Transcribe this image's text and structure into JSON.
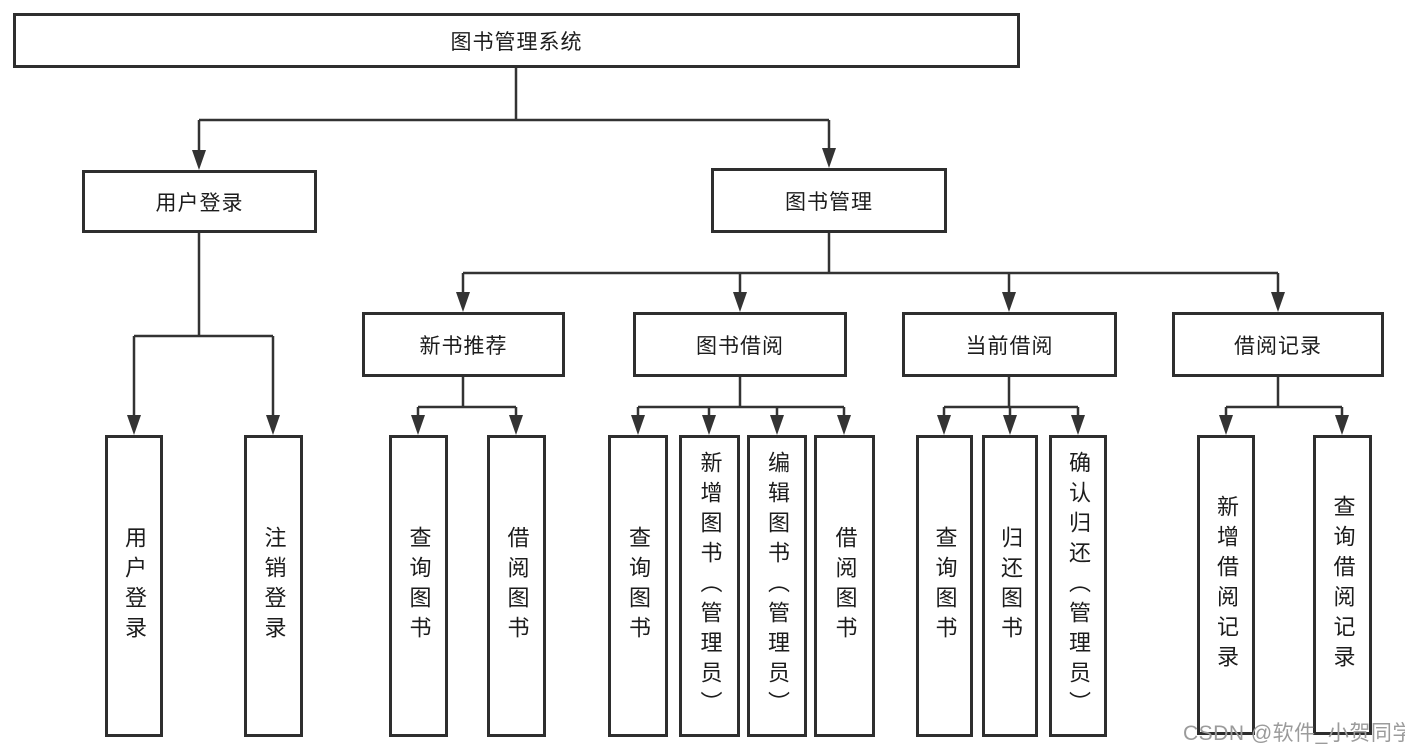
{
  "diagram_title": "图书管理系统",
  "nodes": {
    "root": {
      "label": "图书管理系统"
    },
    "user_login": {
      "label": "用户登录"
    },
    "book_mgmt": {
      "label": "图书管理"
    },
    "new_rec": {
      "label": "新书推荐"
    },
    "book_borrow": {
      "label": "图书借阅"
    },
    "cur_borrow": {
      "label": "当前借阅"
    },
    "borrow_rec": {
      "label": "借阅记录"
    },
    "leaf_user_login": {
      "label": "用户登录"
    },
    "leaf_logout": {
      "label": "注销登录"
    },
    "leaf_rec_query_books": {
      "label": "查询图书"
    },
    "leaf_rec_borrow_books": {
      "label": "借阅图书"
    },
    "leaf_bb_query_books": {
      "label": "查询图书"
    },
    "leaf_bb_add_books_admin": {
      "label": "新增图书（管理员）"
    },
    "leaf_bb_edit_books_admin": {
      "label": "编辑图书（管理员）"
    },
    "leaf_bb_borrow_books": {
      "label": "借阅图书"
    },
    "leaf_cb_query_books": {
      "label": "查询图书"
    },
    "leaf_cb_return_books": {
      "label": "归还图书"
    },
    "leaf_cb_confirm_return_admin": {
      "label": "确认归还（管理员）"
    },
    "leaf_br_add_record": {
      "label": "新增借阅记录"
    },
    "leaf_br_query_record": {
      "label": "查询借阅记录"
    }
  },
  "watermark": {
    "text": "CSDN @软件_小贺同学"
  },
  "colors": {
    "line": "#333333",
    "box_border": "#2e2e2e",
    "box_fill": "#ffffff",
    "text": "#1c1c1c",
    "watermark": "#9b9b9b"
  }
}
